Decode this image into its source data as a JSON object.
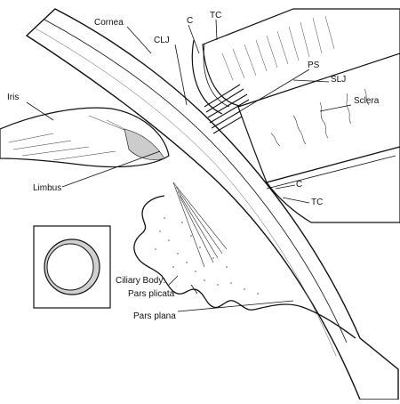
{
  "labels": {
    "cornea": "Cornea",
    "c_top": "C",
    "tc_top": "TC",
    "clj": "CLJ",
    "ps": "PS",
    "slj": "SLJ",
    "iris": "Iris",
    "sclera": "Sclera",
    "limbus": "Limbus",
    "c_bottom": "C",
    "tc_bottom": "TC",
    "ciliary_body": "Ciliary Body:",
    "pars_plicata": "Pars plicata",
    "pars_plana": "Pars plana"
  },
  "colors": {
    "ink": "#111111",
    "paper": "#ffffff",
    "shade": "#d9d9d9"
  }
}
